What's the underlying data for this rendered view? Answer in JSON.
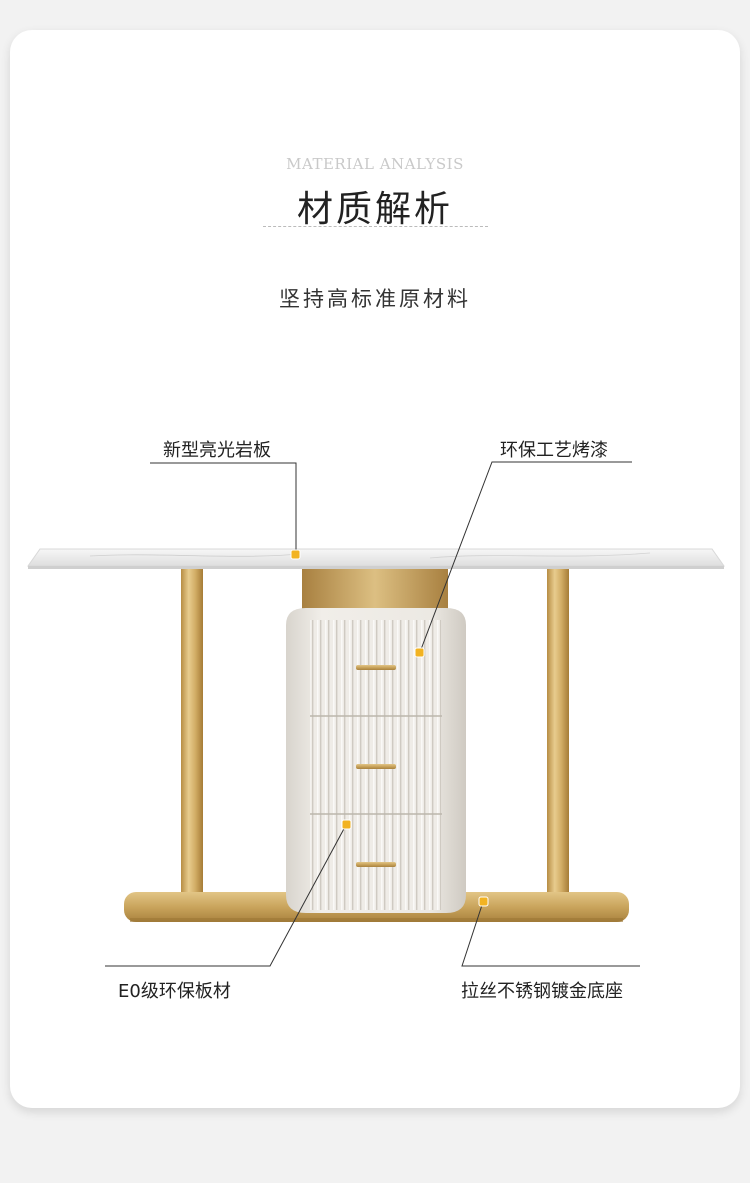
{
  "header": {
    "eyebrow": "MATERIAL ANALYSIS",
    "title": "材质解析",
    "subtitle": "坚持高标准原材料"
  },
  "callouts": {
    "top_left": "新型亮光岩板",
    "top_right": "环保工艺烤漆",
    "bottom_left": "E0级环保板材",
    "bottom_right": "拉丝不锈钢镀金底座"
  },
  "colors": {
    "gold": "#c9a45c",
    "marble": "#f4f4f4",
    "cabinet": "#e9e6e0",
    "marker": "#e5a21c"
  }
}
